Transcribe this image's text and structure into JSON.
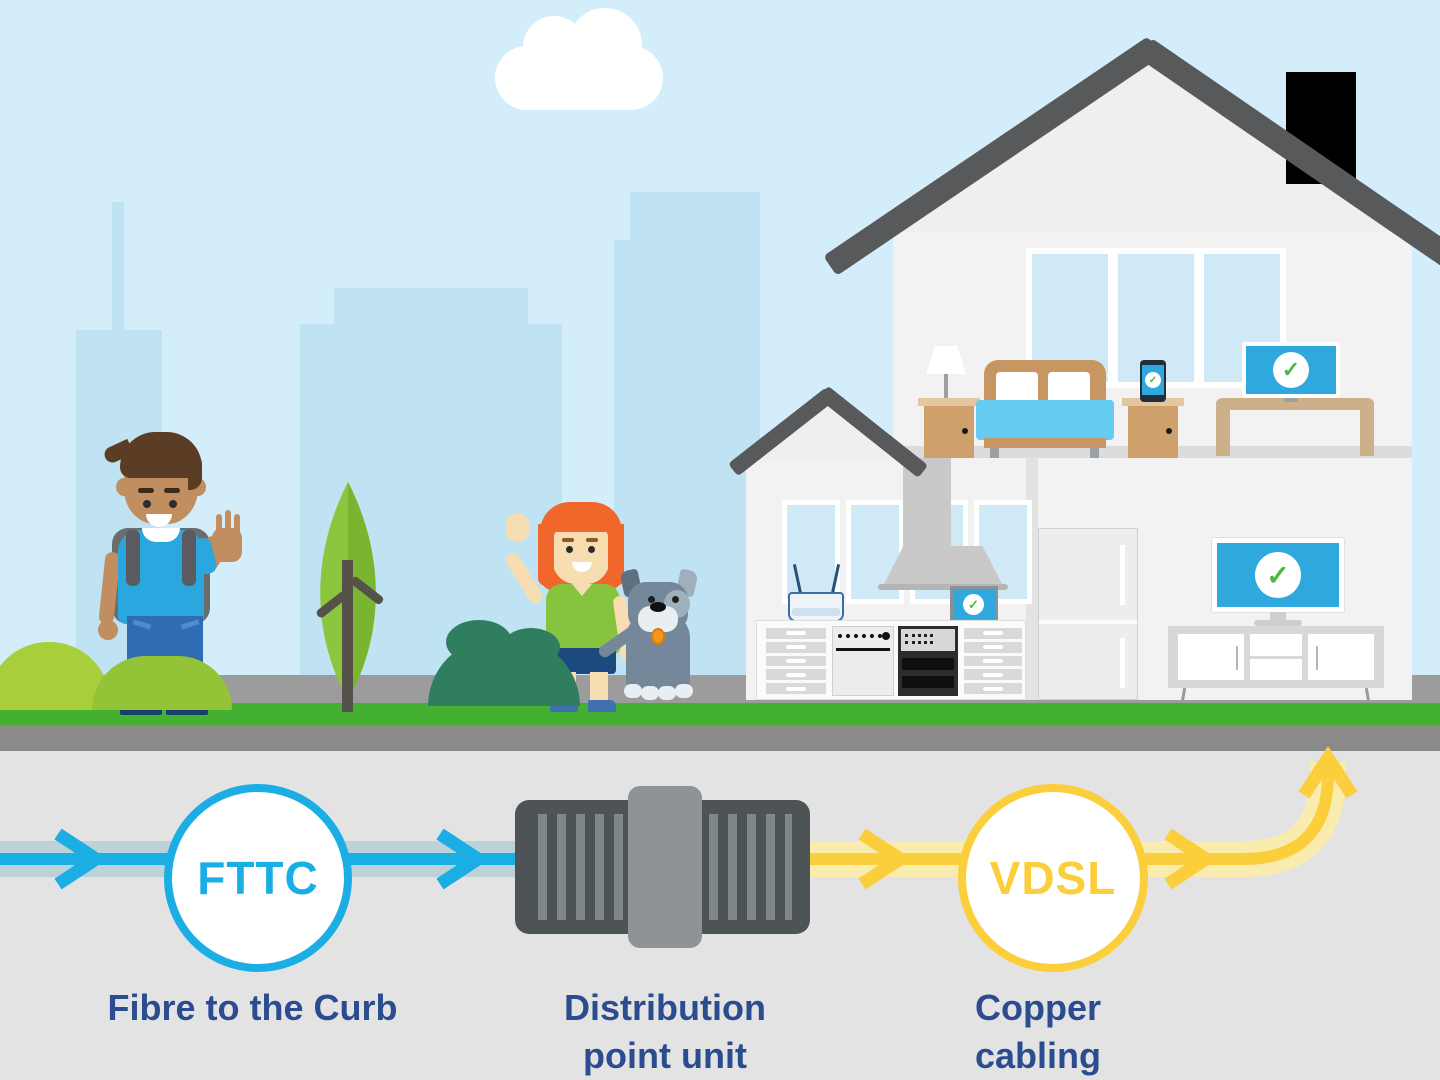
{
  "diagram": {
    "fttc": {
      "label": "FTTC",
      "caption": "Fibre to the Curb"
    },
    "dpu": {
      "caption_line1": "Distribution",
      "caption_line2": "point unit"
    },
    "vdsl": {
      "label": "VDSL",
      "caption_line1": "Copper",
      "caption_line2": "cabling"
    },
    "fibre_color": "#1aaee5",
    "copper_color": "#fbcf3c",
    "caption_color": "#2b4d8f"
  },
  "devices": {
    "check": "✓",
    "screen_color": "#2fa8dd",
    "check_color": "#4cb848"
  }
}
